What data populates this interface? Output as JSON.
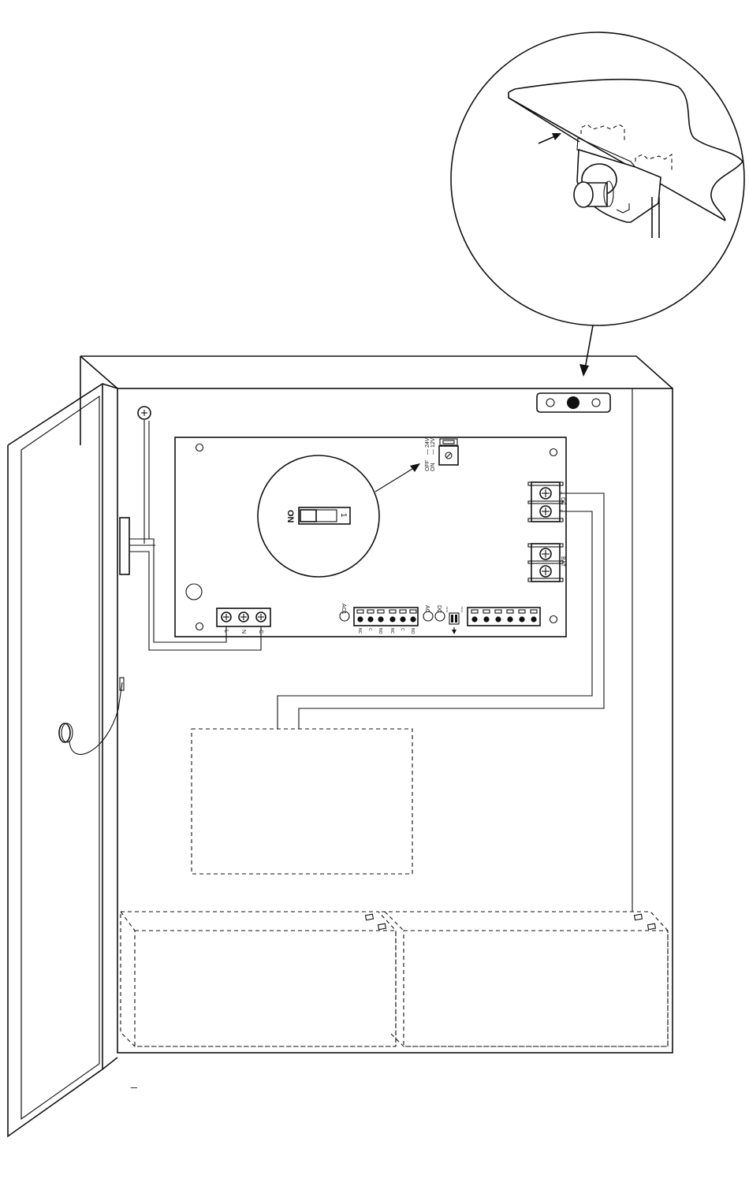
{
  "board": {
    "jumper": {
      "off": "OFF",
      "on": "ON",
      "v24": "24V",
      "v12": "12V"
    },
    "switch": {
      "on": "ON",
      "pos": "1"
    },
    "dc_label": "DC",
    "bat_label": "BAT",
    "ac1_label": "AC1",
    "ac_label": "AC",
    "dc_led_label": "DC",
    "relay_labels": [
      "NC",
      "C",
      "NO",
      "NC",
      "C",
      "NO"
    ],
    "mains_labels": [
      "L",
      "N",
      "G"
    ]
  },
  "footnote": "_"
}
